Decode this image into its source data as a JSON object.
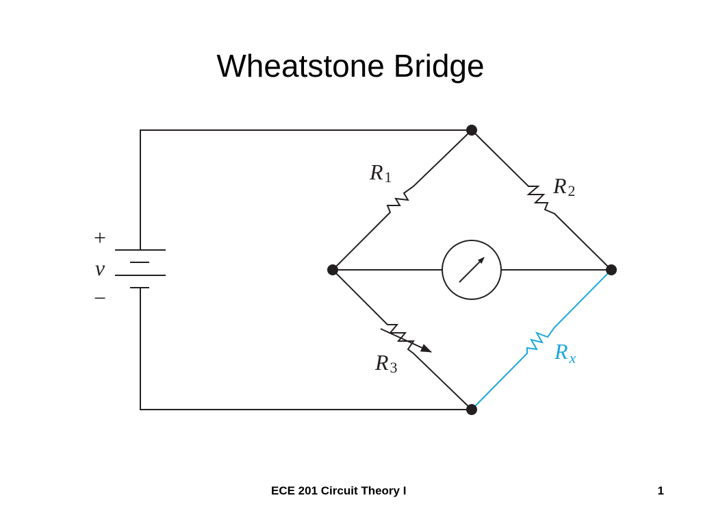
{
  "slide": {
    "title": "Wheatstone Bridge",
    "footer": "ECE 201 Circuit Theory I",
    "page_number": "1"
  },
  "circuit": {
    "source": {
      "plus": "+",
      "symbol": "v",
      "minus": "−"
    },
    "resistors": {
      "r1": {
        "letter": "R",
        "subscript": "1"
      },
      "r2": {
        "letter": "R",
        "subscript": "2"
      },
      "r3": {
        "letter": "R",
        "subscript": "3"
      },
      "rx": {
        "letter": "R",
        "subscript": "x"
      }
    },
    "colors": {
      "wire": "#231f20",
      "highlight": "#1ba6dd"
    },
    "meter_icon": "galvanometer-icon"
  }
}
